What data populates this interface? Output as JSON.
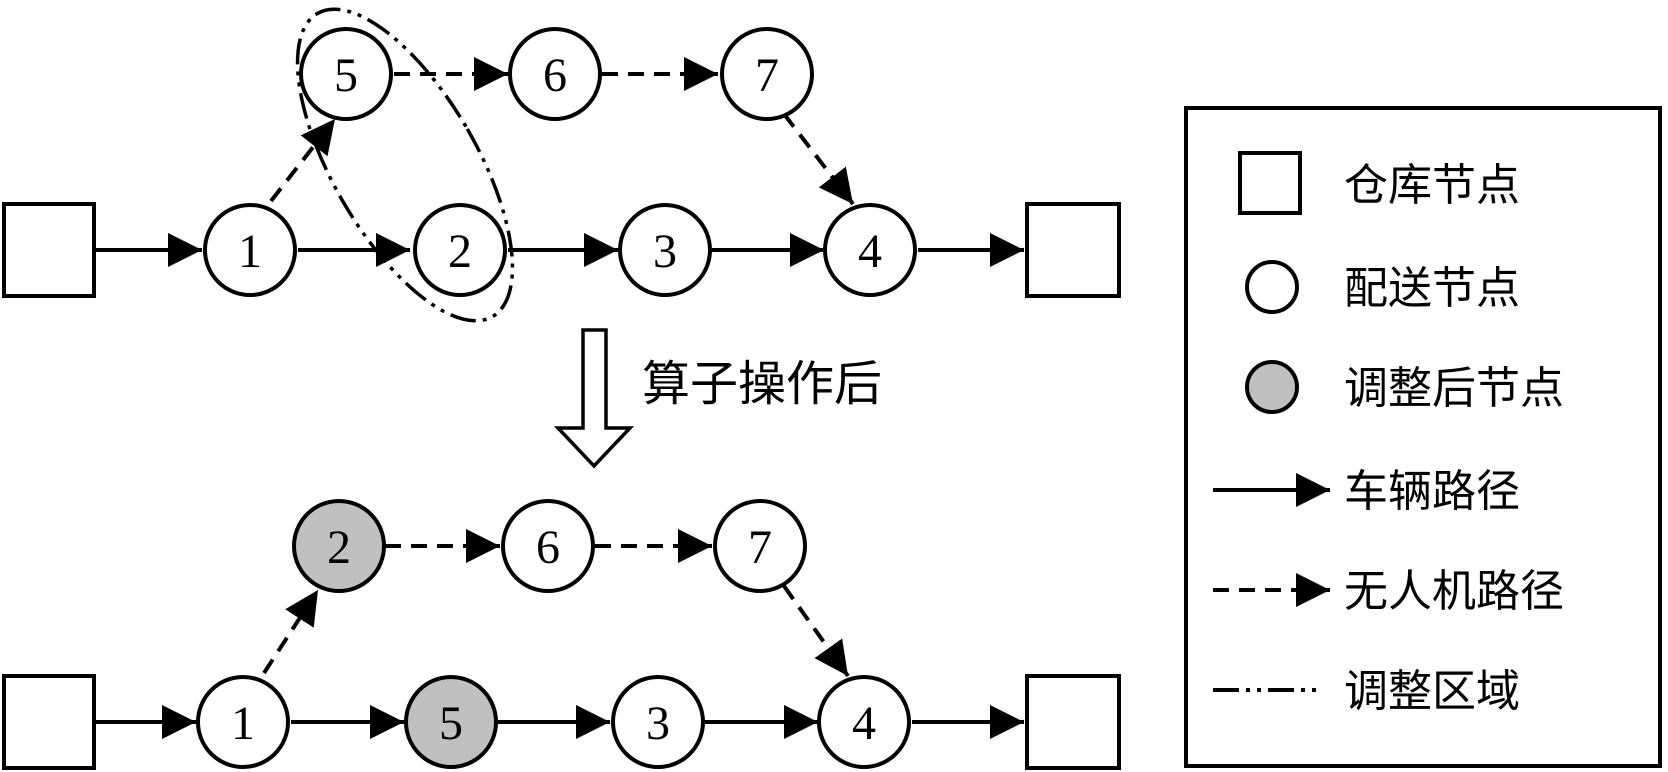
{
  "colors": {
    "stroke": "#000000",
    "fill": "#ffffff",
    "adjusted": "#c0c0c0"
  },
  "top": {
    "depot_start": "",
    "depot_end": "",
    "nodes": {
      "n1": "1",
      "n2": "2",
      "n3": "3",
      "n4": "4",
      "n5": "5",
      "n6": "6",
      "n7": "7"
    }
  },
  "operation_label": "算子操作后",
  "bottom": {
    "depot_start": "",
    "depot_end": "",
    "nodes": {
      "n1": "1",
      "n5": "5",
      "n3": "3",
      "n4": "4",
      "n2": "2",
      "n6": "6",
      "n7": "7"
    },
    "adjusted_nodes": [
      "2",
      "5"
    ]
  },
  "legend": {
    "depot": "仓库节点",
    "delivery": "配送节点",
    "adjusted": "调整后节点",
    "vehicle_route": "车辆路径",
    "drone_route": "无人机路径",
    "adjust_region": "调整区域"
  }
}
